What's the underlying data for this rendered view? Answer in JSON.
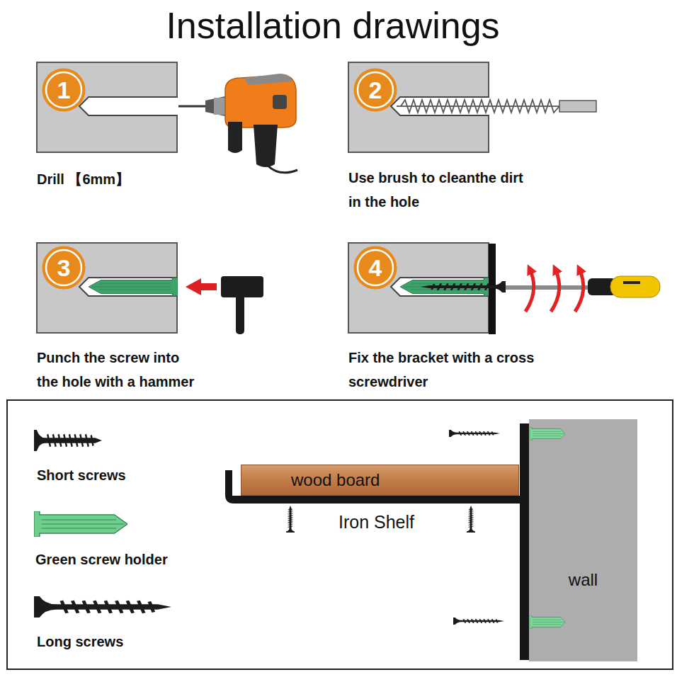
{
  "diagram": {
    "title": "Installation drawings",
    "nodes": [
      {
        "text": [
          "1"
        ]
      },
      {
        "text": [
          "2"
        ]
      },
      {
        "text": [
          "3"
        ]
      },
      {
        "text": [
          "4"
        ]
      },
      {
        "text": [
          "wood board"
        ]
      },
      {
        "text": [
          "wall"
        ]
      }
    ],
    "labels": [
      "Drill 【6mm】",
      "Use brush to cleanthe dirt in the hole",
      "Punch the screw into the hole with a hammer",
      "Fix the bracket with a cross screwdriver",
      "Short screws",
      "Green screw holder",
      "Long screws",
      "Iron Shelf"
    ]
  }
}
